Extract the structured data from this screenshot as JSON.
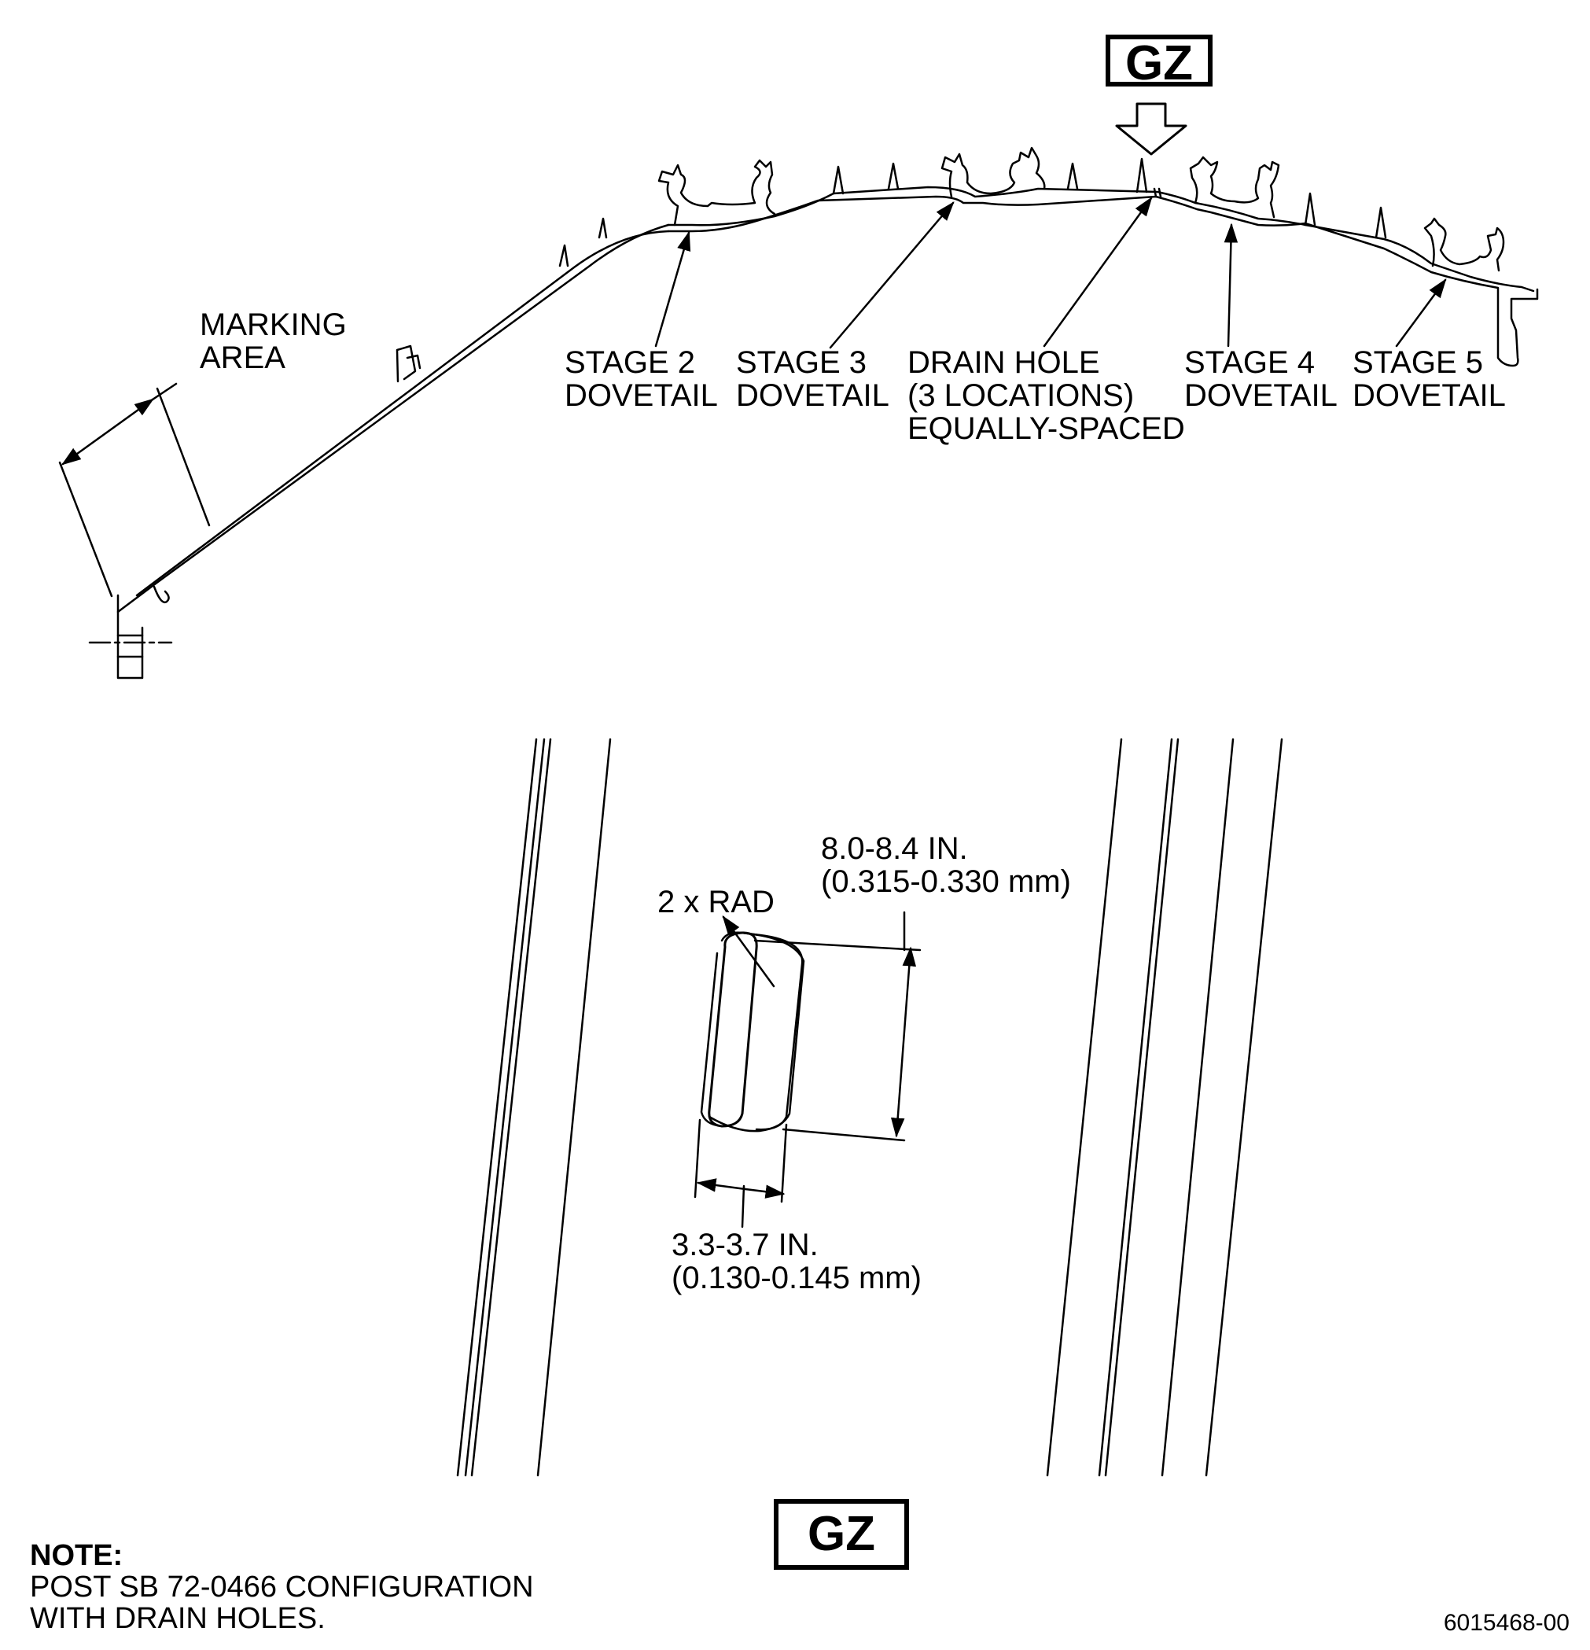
{
  "view_label_top": "GZ",
  "view_label_bottom": "GZ",
  "labels": {
    "marking_area": [
      "MARKING",
      "AREA"
    ],
    "stage2": [
      "STAGE 2",
      "DOVETAIL"
    ],
    "stage3": [
      "STAGE 3",
      "DOVETAIL"
    ],
    "drain_hole": [
      "DRAIN HOLE",
      "(3 LOCATIONS)",
      "EQUALLY-SPACED"
    ],
    "stage4": [
      "STAGE 4",
      "DOVETAIL"
    ],
    "stage5": [
      "STAGE 5",
      "DOVETAIL"
    ]
  },
  "detail": {
    "length_dim": [
      "8.0-8.4 IN.",
      "(0.315-0.330 mm)"
    ],
    "radius_dim": "2 x RAD",
    "width_dim": [
      "3.3-3.7 IN.",
      "(0.130-0.145 mm)"
    ]
  },
  "note": {
    "heading": "NOTE:",
    "lines": [
      "POST SB 72-0466 CONFIGURATION",
      "WITH DRAIN HOLES."
    ]
  },
  "figure_id": "6015468-00"
}
